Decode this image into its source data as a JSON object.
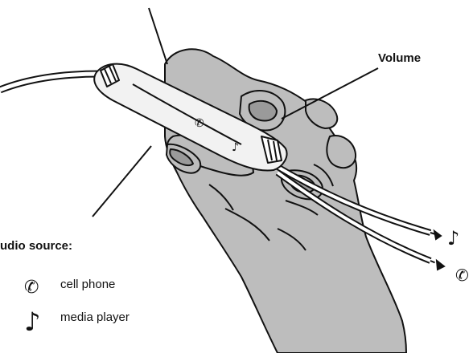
{
  "labels": {
    "volume": "Volume",
    "audio_source": "udio source:"
  },
  "legend": [
    {
      "icon": "phone-handset-icon",
      "text": "cell phone"
    },
    {
      "icon": "music-note-icon",
      "text": "media player"
    }
  ],
  "colors": {
    "outline": "#111111",
    "hand_fill": "#bdbdbd",
    "hand_shade": "#8f8f8f",
    "device_fill": "#f2f2f2",
    "background": "#ffffff"
  }
}
